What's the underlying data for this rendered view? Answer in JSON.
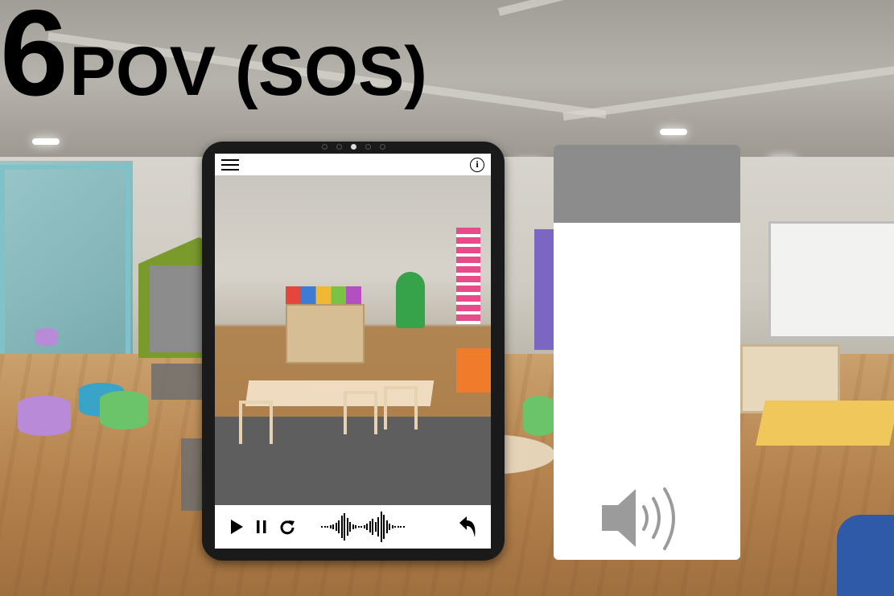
{
  "title": {
    "number": "6",
    "text": "POV (SOS)"
  },
  "tablet": {
    "top_bar": {
      "menu_icon": "hamburger-menu-icon",
      "info_icon": "info-icon",
      "info_glyph": "i"
    },
    "controls": {
      "play_icon": "play-icon",
      "pause_icon": "pause-icon",
      "replay_icon": "replay-icon",
      "waveform_icon": "audio-waveform-icon",
      "back_icon": "back-arrow-icon"
    }
  },
  "side_panel": {
    "speaker_icon": "speaker-volume-icon"
  },
  "colors": {
    "title": "#000000",
    "tablet_frame": "#1a1a1a",
    "panel_header_overlay": "#464646",
    "speaker": "#9b9b9b"
  }
}
